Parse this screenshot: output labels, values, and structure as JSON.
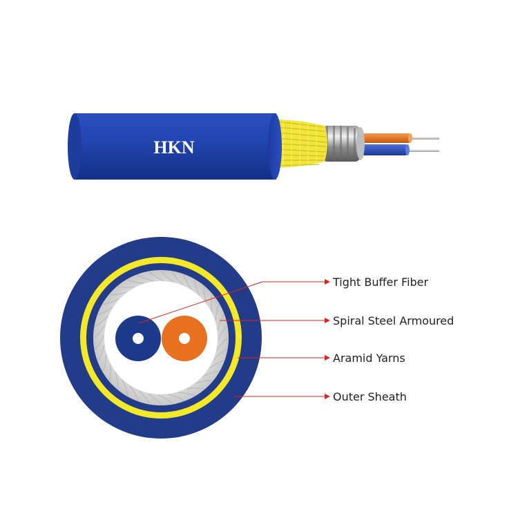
{
  "cable": {
    "brand_text": "HKN"
  },
  "callouts": [
    {
      "id": "tight-buffer-fiber",
      "label": "Tight Buffer Fiber"
    },
    {
      "id": "spiral-steel-armoured",
      "label": "Spiral Steel Armoured"
    },
    {
      "id": "aramid-yarns",
      "label": "Aramid Yarns"
    },
    {
      "id": "outer-sheath",
      "label": "Outer Sheath"
    }
  ],
  "colors": {
    "sheath_blue": "#233c8a",
    "cable_blue": "#1f3fa0",
    "aramid_yellow": "#f4e928",
    "steel_gray": "#d9d9d9",
    "fiber_blue": "#1d3a8a",
    "fiber_orange": "#e8711f",
    "callout_red": "#e0211c"
  }
}
